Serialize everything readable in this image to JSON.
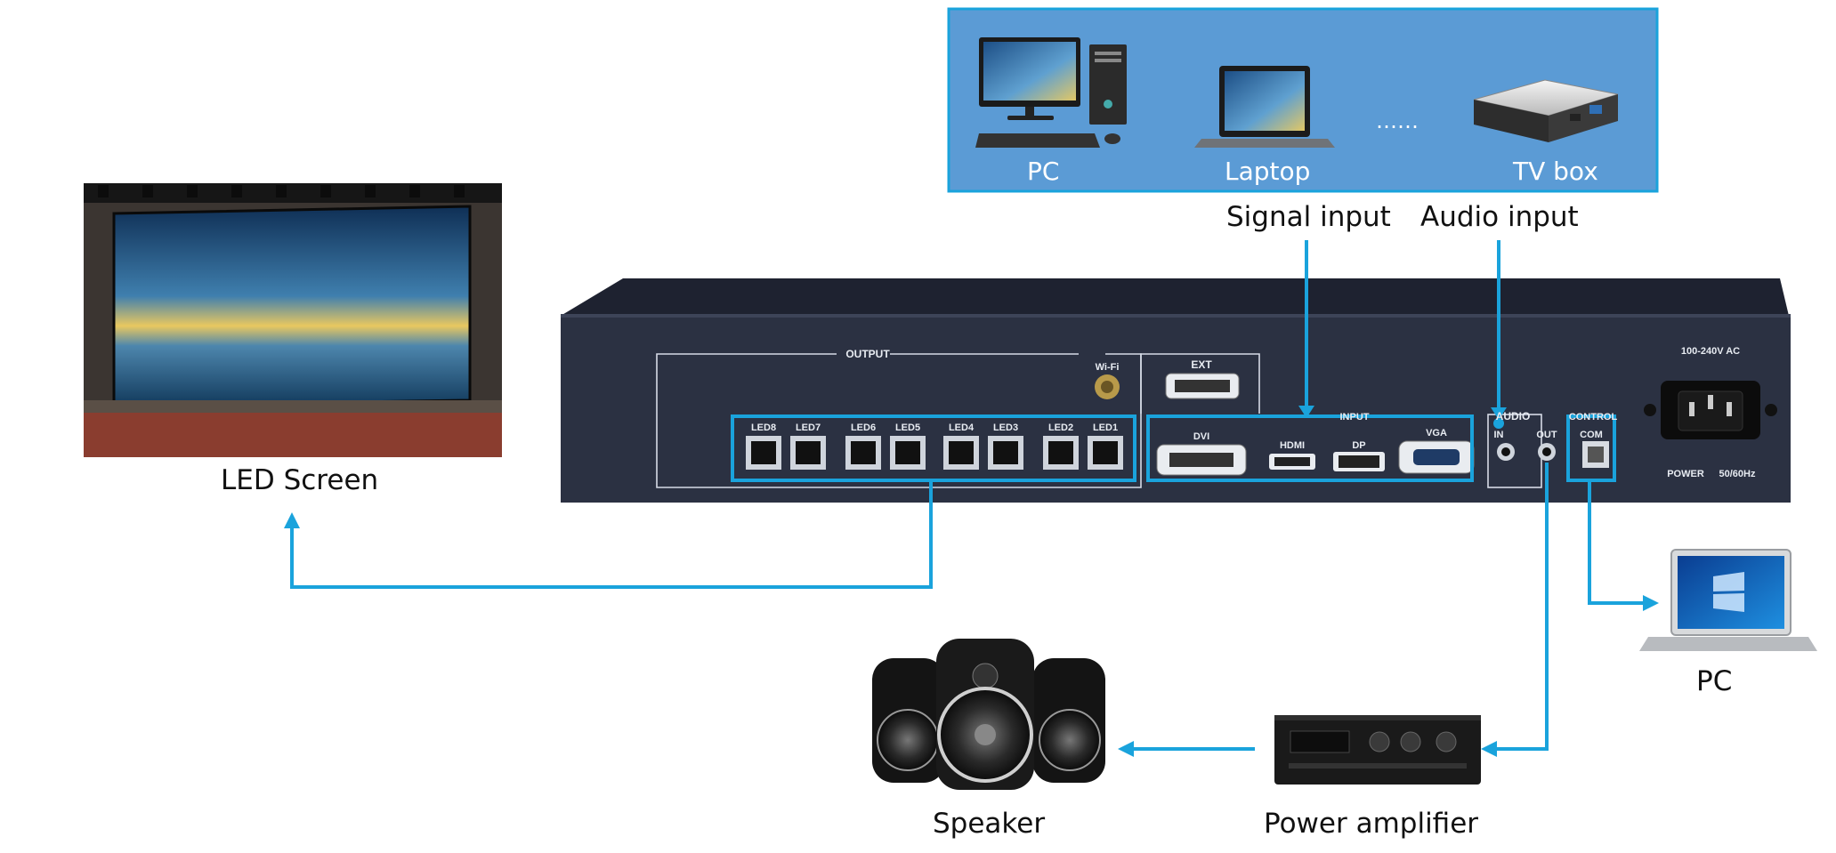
{
  "colors": {
    "accent": "#1aa3dc",
    "panel": "#2b3142",
    "source_bg": "#5b9bd5"
  },
  "sources": {
    "pc": "PC",
    "laptop": "Laptop",
    "dots": "……",
    "tv_box": "TV box"
  },
  "labels": {
    "signal_input": "Signal input",
    "audio_input": "Audio input",
    "led_screen": "LED Screen",
    "pc": "PC",
    "speaker": "Speaker",
    "power_amplifier": "Power amplifier"
  },
  "device": {
    "output": "OUTPUT",
    "wifi": "Wi-Fi",
    "ext": "EXT",
    "input": "INPUT",
    "audio": "AUDIO",
    "control": "CONTROL",
    "leds": [
      "LED8",
      "LED7",
      "LED6",
      "LED5",
      "LED4",
      "LED3",
      "LED2",
      "LED1"
    ],
    "dvi": "DVI",
    "hdmi": "HDMI",
    "dp": "DP",
    "vga": "VGA",
    "audio_in": "IN",
    "audio_out": "OUT",
    "com": "COM",
    "voltage": "100-240V AC",
    "power": "POWER",
    "freq": "50/60Hz"
  }
}
